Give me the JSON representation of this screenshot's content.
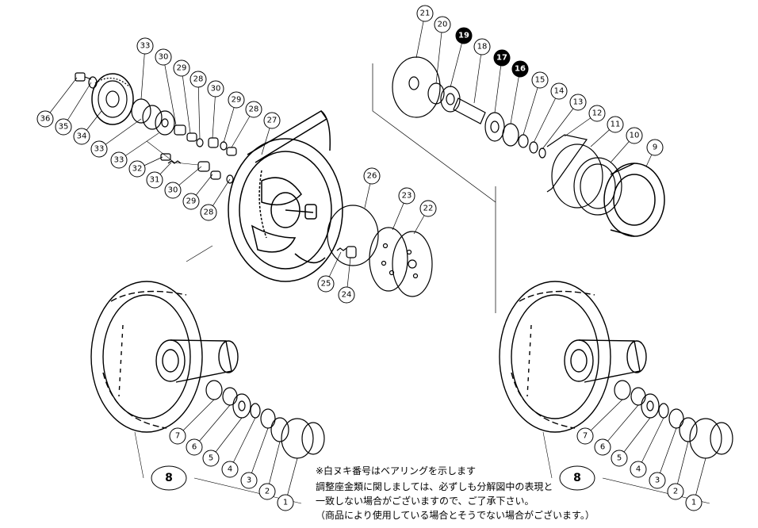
{
  "notes": {
    "bearing_note": "※白ヌキ番号はベアリングを示します",
    "line1": "調整座金類に関しましては、必ずしも分解図中の表現と",
    "line2": "一致しない場合がございますので、ご了承下さい。",
    "line3": "（商品により使用している場合とそうでない場合がございます。）"
  },
  "callouts": {
    "c36": "36",
    "c35": "35",
    "c34": "34",
    "c33a": "33",
    "c33b": "33",
    "c33c": "33",
    "c32": "32",
    "c31": "31",
    "c30a": "30",
    "c30b": "30",
    "c30c": "30",
    "c29a": "29",
    "c29b": "29",
    "c29c": "29",
    "c28a": "28",
    "c28b": "28",
    "c28c": "28",
    "c27": "27",
    "c26": "26",
    "c25": "25",
    "c24": "24",
    "c23": "23",
    "c22": "22",
    "c21": "21",
    "c20": "20",
    "c19": "19",
    "c18": "18",
    "c17": "17",
    "c16": "16",
    "c15": "15",
    "c14": "14",
    "c13": "13",
    "c12": "12",
    "c11": "11",
    "c10": "10",
    "c9": "9",
    "l7": "7",
    "l6": "6",
    "l5": "5",
    "l4": "4",
    "l3": "3",
    "l2": "2",
    "l1": "1",
    "r7": "7",
    "r6": "6",
    "r5": "5",
    "r4": "4",
    "r3": "3",
    "r2": "2",
    "r1": "1",
    "g8l": "8",
    "g8r": "8"
  }
}
